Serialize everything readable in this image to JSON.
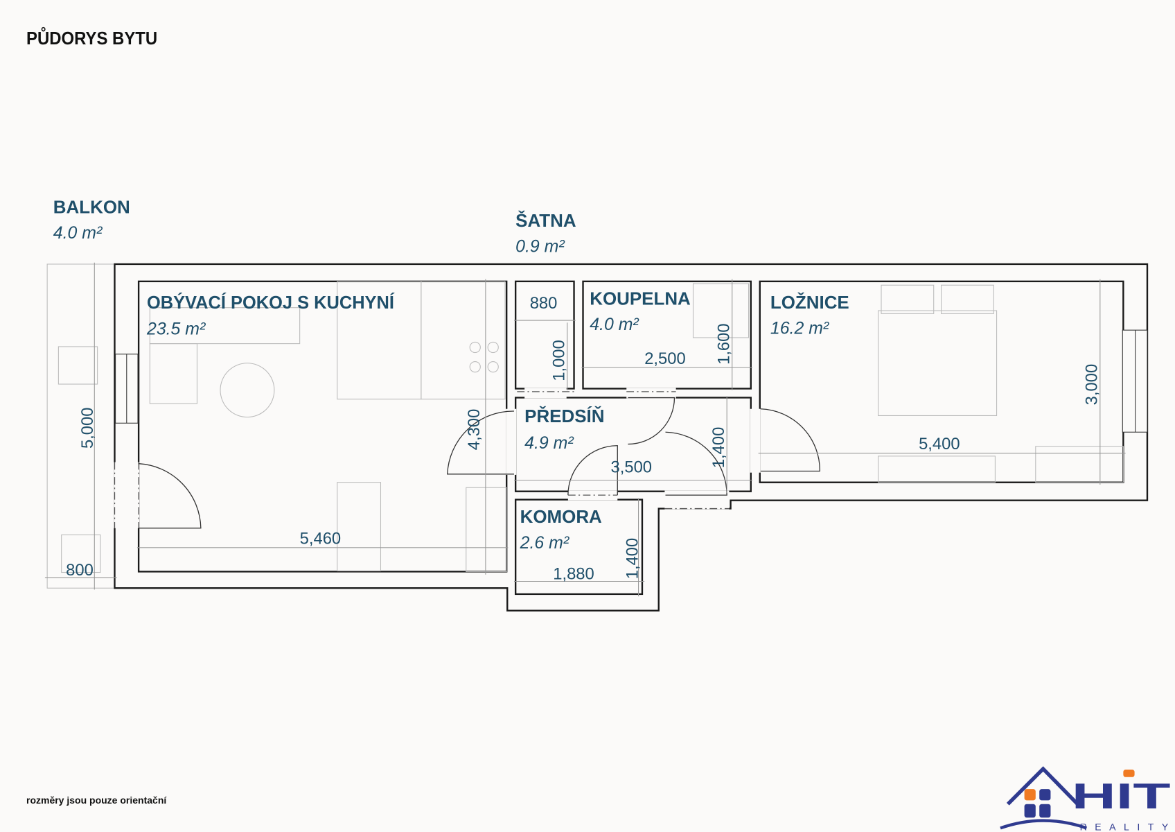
{
  "header": {
    "title": "PŮDORYS BYTU"
  },
  "footer": {
    "note": "rozměry jsou pouze orientační"
  },
  "rooms": {
    "balkon": {
      "name": "BALKON",
      "area": "4.0 m²"
    },
    "satna": {
      "name": "ŠATNA",
      "area": "0.9 m²"
    },
    "obyvaci": {
      "name": "OBÝVACÍ POKOJ S KUCHYNÍ",
      "area": "23.5 m²"
    },
    "koupelna": {
      "name": "KOUPELNA",
      "area": "4.0 m²"
    },
    "loznice": {
      "name": "LOŽNICE",
      "area": "16.2 m²"
    },
    "predsin": {
      "name": "PŘEDSÍŇ",
      "area": "4.9 m²"
    },
    "komora": {
      "name": "KOMORA",
      "area": "2.6 m²"
    }
  },
  "dimensions": {
    "balkon_height": "5,000",
    "balkon_width": "800",
    "obyvaci_width": "5,460",
    "obyvaci_height": "4,300",
    "satna_width": "880",
    "satna_height": "1,000",
    "koupelna_width": "2,500",
    "koupelna_height": "1,600",
    "predsin_width": "3,500",
    "predsin_height": "1,400",
    "komora_width": "1,880",
    "komora_height": "1,400",
    "loznice_width": "5,400",
    "loznice_height": "3,000"
  },
  "logo": {
    "brand": "HIT",
    "sub": "REALITY",
    "colors": {
      "blue": "#2f3a8f",
      "orange": "#f07a22"
    }
  }
}
